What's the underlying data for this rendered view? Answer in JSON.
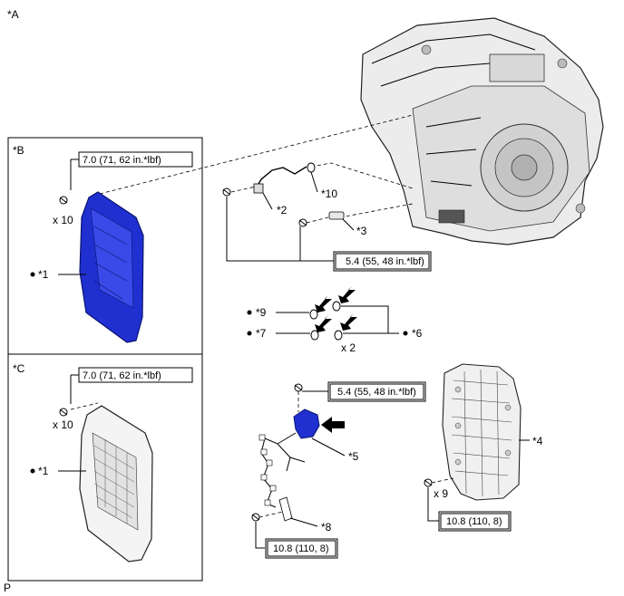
{
  "view_labels": {
    "a": "*A",
    "b": "*B",
    "c": "*C"
  },
  "callouts": {
    "c1": "*1",
    "c2": "*2",
    "c3": "*3",
    "c4": "*4",
    "c5": "*5",
    "c6": "*6",
    "c7": "*7",
    "c8": "*8",
    "c9": "*9",
    "c10": "*10"
  },
  "quantities": {
    "b_bolts": "x 10",
    "c_bolts": "x 10",
    "gasket_pairs": "x 2",
    "valve_body_bolts": "x 9"
  },
  "torques": {
    "pan_b": "7.0 (71, 62 in.*lbf)",
    "pan_c": "7.0 (71, 62 in.*lbf)",
    "sensor_harness": "5.4 (55, 48 in.*lbf)",
    "solenoid": "5.4 (55, 48 in.*lbf)",
    "harness_bracket": "10.8 (110, 8)",
    "valve_body": "10.8 (110, 8)"
  },
  "footer_code": "P",
  "colors": {
    "highlight": "#2030d0",
    "outline": "#000000",
    "part_grey": "#e6e6e6"
  },
  "icons": {
    "bullet": "filled-dot",
    "arrow": "heavy-black-arrow"
  }
}
